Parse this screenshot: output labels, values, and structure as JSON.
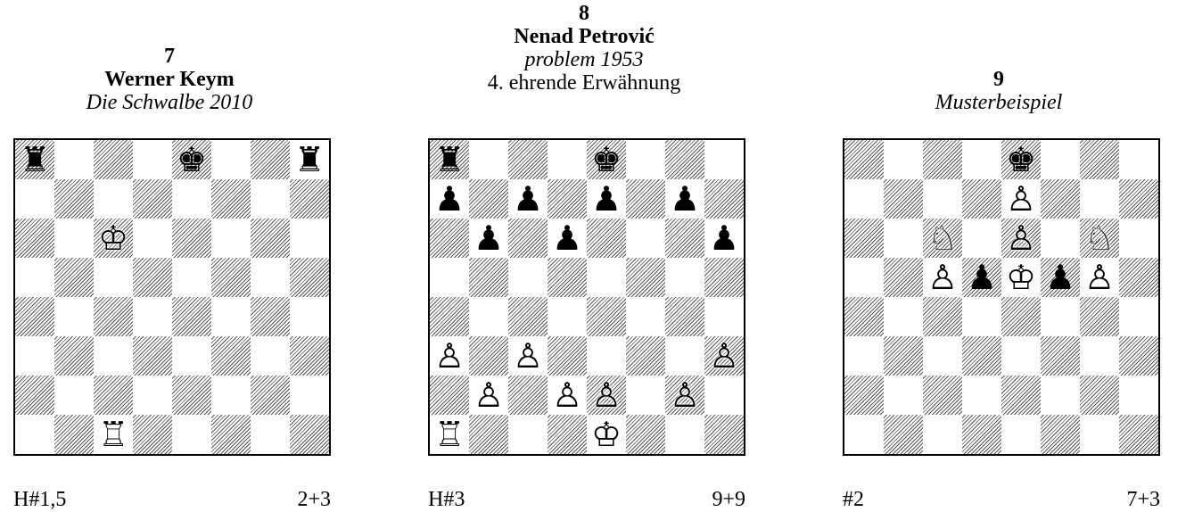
{
  "diagrams": [
    {
      "number": "7",
      "author": "Werner Keym",
      "source": "Die Schwalbe  2010",
      "award": "",
      "stipulation": "H#1,5",
      "count": "2+3",
      "pieces": [
        {
          "sq": "a8",
          "glyph": "♜",
          "name": "black-rook-icon"
        },
        {
          "sq": "e8",
          "glyph": "♚",
          "name": "black-king-icon"
        },
        {
          "sq": "h8",
          "glyph": "♜",
          "name": "black-rook-icon"
        },
        {
          "sq": "c6",
          "glyph": "♔",
          "name": "white-king-icon"
        },
        {
          "sq": "c1",
          "glyph": "♖",
          "name": "white-rook-icon"
        }
      ]
    },
    {
      "number": "8",
      "author": "Nenad Petrović",
      "source": "problem  1953",
      "award": "4. ehrende Erwähnung",
      "stipulation": "H#3",
      "count": "9+9",
      "pieces": [
        {
          "sq": "a8",
          "glyph": "♜",
          "name": "black-rook-icon"
        },
        {
          "sq": "e8",
          "glyph": "♚",
          "name": "black-king-icon"
        },
        {
          "sq": "a7",
          "glyph": "♟",
          "name": "black-pawn-icon"
        },
        {
          "sq": "c7",
          "glyph": "♟",
          "name": "black-pawn-icon"
        },
        {
          "sq": "e7",
          "glyph": "♟",
          "name": "black-pawn-icon"
        },
        {
          "sq": "g7",
          "glyph": "♟",
          "name": "black-pawn-icon"
        },
        {
          "sq": "b6",
          "glyph": "♟",
          "name": "black-pawn-icon"
        },
        {
          "sq": "d6",
          "glyph": "♟",
          "name": "black-pawn-icon"
        },
        {
          "sq": "h6",
          "glyph": "♟",
          "name": "black-pawn-icon"
        },
        {
          "sq": "a3",
          "glyph": "♙",
          "name": "white-pawn-icon"
        },
        {
          "sq": "c3",
          "glyph": "♙",
          "name": "white-pawn-icon"
        },
        {
          "sq": "h3",
          "glyph": "♙",
          "name": "white-pawn-icon"
        },
        {
          "sq": "b2",
          "glyph": "♙",
          "name": "white-pawn-icon"
        },
        {
          "sq": "d2",
          "glyph": "♙",
          "name": "white-pawn-icon"
        },
        {
          "sq": "e2",
          "glyph": "♙",
          "name": "white-pawn-icon"
        },
        {
          "sq": "g2",
          "glyph": "♙",
          "name": "white-pawn-icon"
        },
        {
          "sq": "a1",
          "glyph": "♖",
          "name": "white-rook-icon"
        },
        {
          "sq": "e1",
          "glyph": "♔",
          "name": "white-king-icon"
        }
      ]
    },
    {
      "number": "9",
      "author": "",
      "source": "Musterbeispiel",
      "award": "",
      "stipulation": "#2",
      "count": "7+3",
      "pieces": [
        {
          "sq": "e8",
          "glyph": "♚",
          "name": "black-king-icon"
        },
        {
          "sq": "e7",
          "glyph": "♙",
          "name": "white-pawn-icon"
        },
        {
          "sq": "c6",
          "glyph": "♘",
          "name": "white-knight-icon"
        },
        {
          "sq": "e6",
          "glyph": "♙",
          "name": "white-pawn-icon"
        },
        {
          "sq": "g6",
          "glyph": "♘",
          "name": "white-knight-icon"
        },
        {
          "sq": "c5",
          "glyph": "♙",
          "name": "white-pawn-icon"
        },
        {
          "sq": "d5",
          "glyph": "♟",
          "name": "black-pawn-icon"
        },
        {
          "sq": "e5",
          "glyph": "♔",
          "name": "white-king-icon"
        },
        {
          "sq": "f5",
          "glyph": "♟",
          "name": "black-pawn-icon"
        },
        {
          "sq": "g5",
          "glyph": "♙",
          "name": "white-pawn-icon"
        }
      ]
    }
  ]
}
